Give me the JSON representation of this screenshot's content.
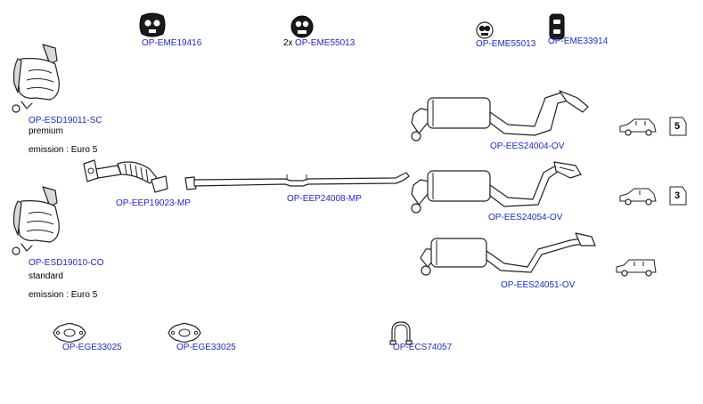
{
  "parts": {
    "eme19416": "OP-EME19416",
    "eme55013_qty": "2x",
    "eme55013_a": "OP-EME55013",
    "eme55013_b": "OP-EME55013",
    "eme33914": "OP-EME33914",
    "esd19011": "OP-ESD19011-SC",
    "esd19010": "OP-ESD19010-CO",
    "eep19023": "OP-EEP19023-MP",
    "eep24008": "OP-EEP24008-MP",
    "ees24004": "OP-EES24004-OV",
    "ees24054": "OP-EES24054-OV",
    "ees24051": "OP-EES24051-OV",
    "ege33025_a": "OP-EGE33025",
    "ege33025_b": "OP-EGE33025",
    "ecs74057": "OP-ECS74057"
  },
  "notes": {
    "premium": "premium",
    "standard": "standard",
    "emission_1": "emission : Euro 5",
    "emission_2": "emission : Euro 5"
  },
  "door_badges": {
    "five": "5",
    "three": "3"
  },
  "colors": {
    "link": "#1a2ad0",
    "text": "#000000"
  }
}
